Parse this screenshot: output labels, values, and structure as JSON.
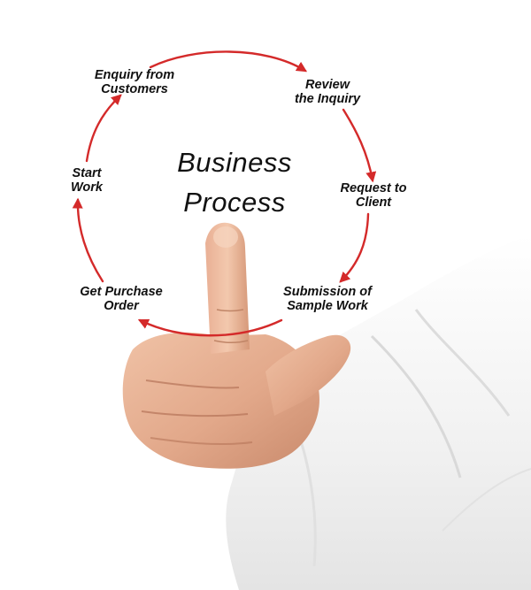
{
  "diagram": {
    "title_lines": [
      "Business",
      "Process"
    ],
    "steps": [
      {
        "lines": [
          "Enquiry from",
          "Customers"
        ]
      },
      {
        "lines": [
          "Review",
          "the Inquiry"
        ]
      },
      {
        "lines": [
          "Request to",
          "Client"
        ]
      },
      {
        "lines": [
          "Submission of",
          "Sample Work"
        ]
      },
      {
        "lines": [
          "Get Purchase",
          "Order"
        ]
      },
      {
        "lines": [
          "Start",
          "Work"
        ]
      }
    ],
    "arrow_color": "#d42a2a",
    "text_color": "#111111"
  },
  "photo": {
    "subject": "hand-pointing-finger",
    "skin_color": "#e2a88a",
    "sleeve_color": "#f2f2f2"
  }
}
